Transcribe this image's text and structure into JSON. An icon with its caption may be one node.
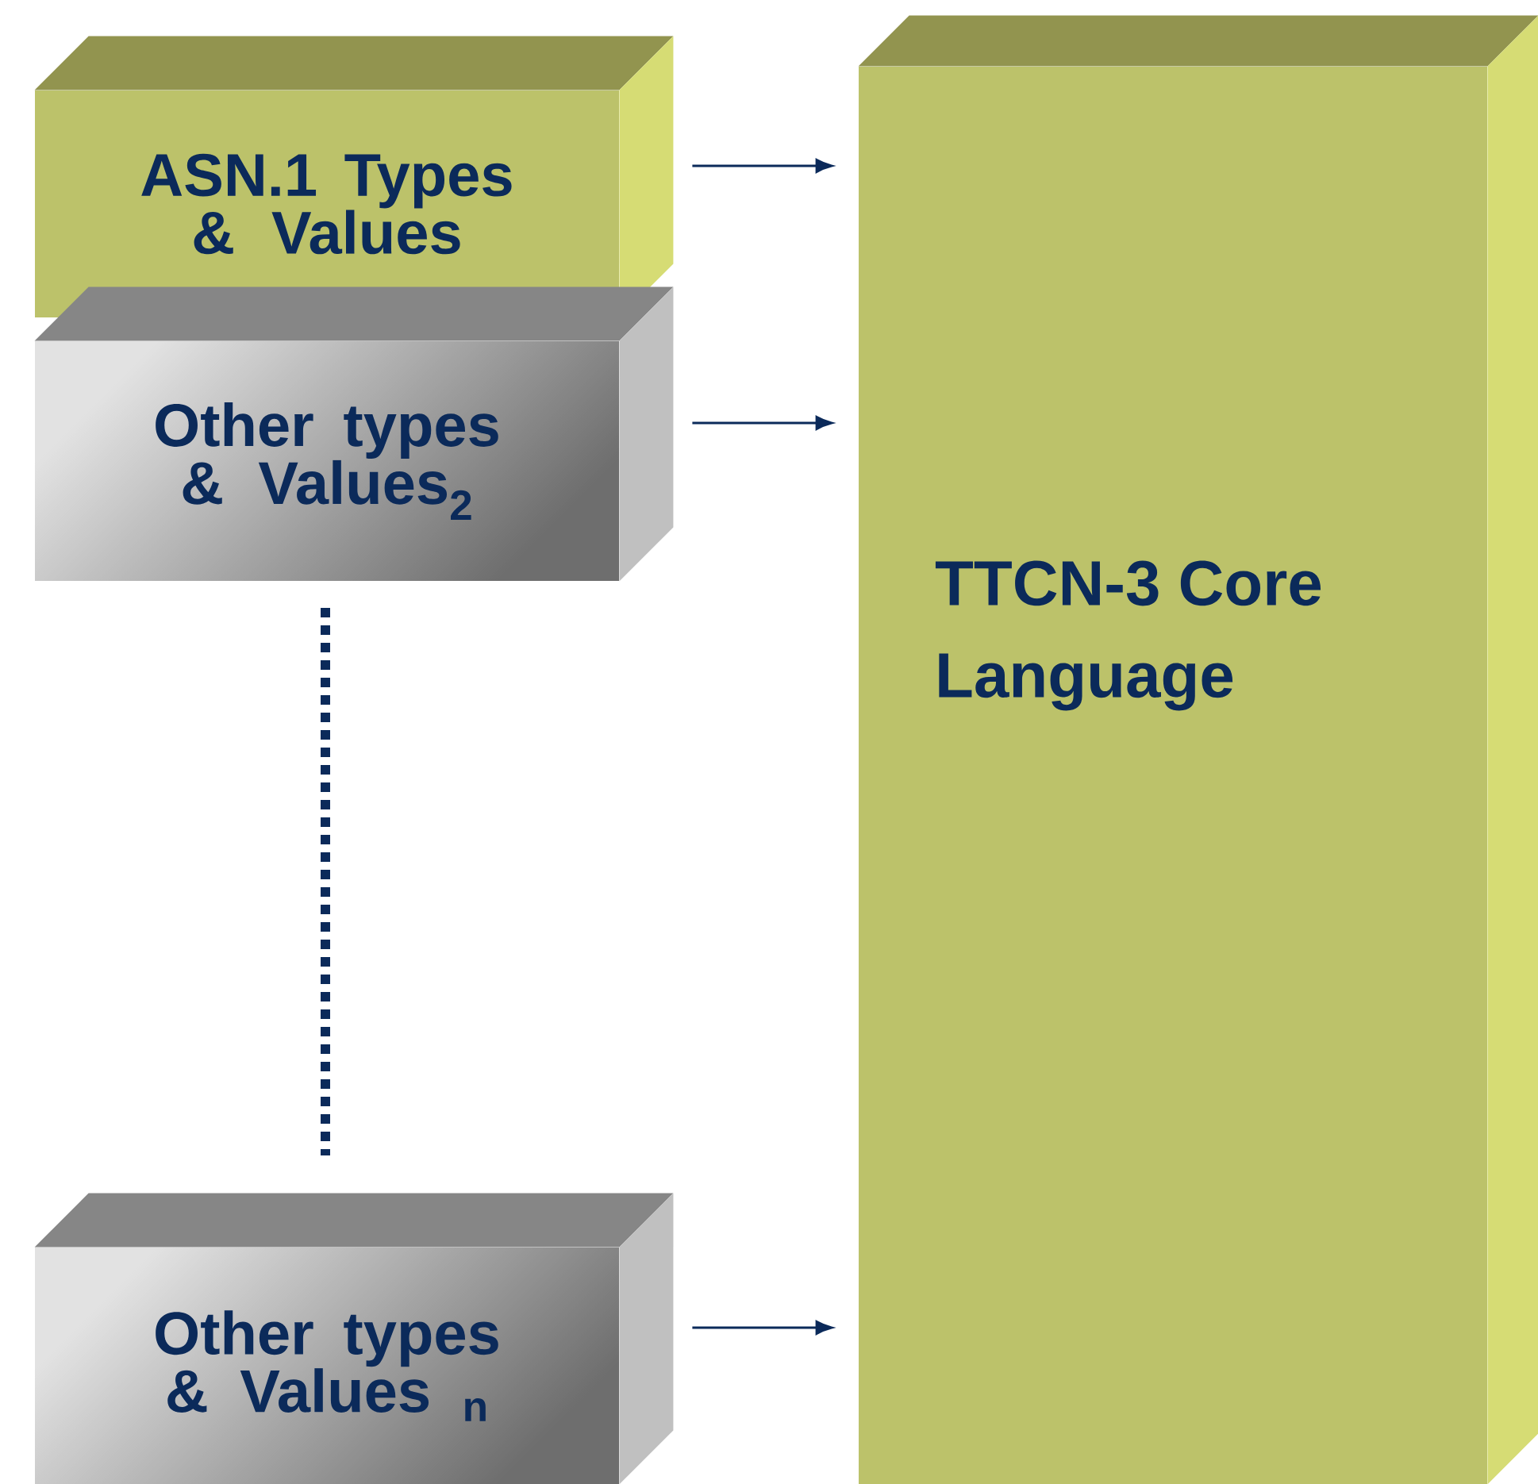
{
  "diagram": {
    "nodes": [
      {
        "text": [
          "ASN.1 Types & Values"
        ]
      },
      {
        "text": [
          "Other types & Values$_{2}$"
        ]
      },
      {
        "text": [
          "Other types & Values $_{n}$"
        ]
      },
      {
        "text": [
          "TTCN-3 Core Language"
        ]
      }
    ],
    "edges": [
      {
        "from": 0,
        "to": 3,
        "arrow": "to"
      },
      {
        "from": 1,
        "to": 3,
        "arrow": "to"
      },
      {
        "from": 2,
        "to": 3,
        "arrow": "to"
      }
    ]
  }
}
